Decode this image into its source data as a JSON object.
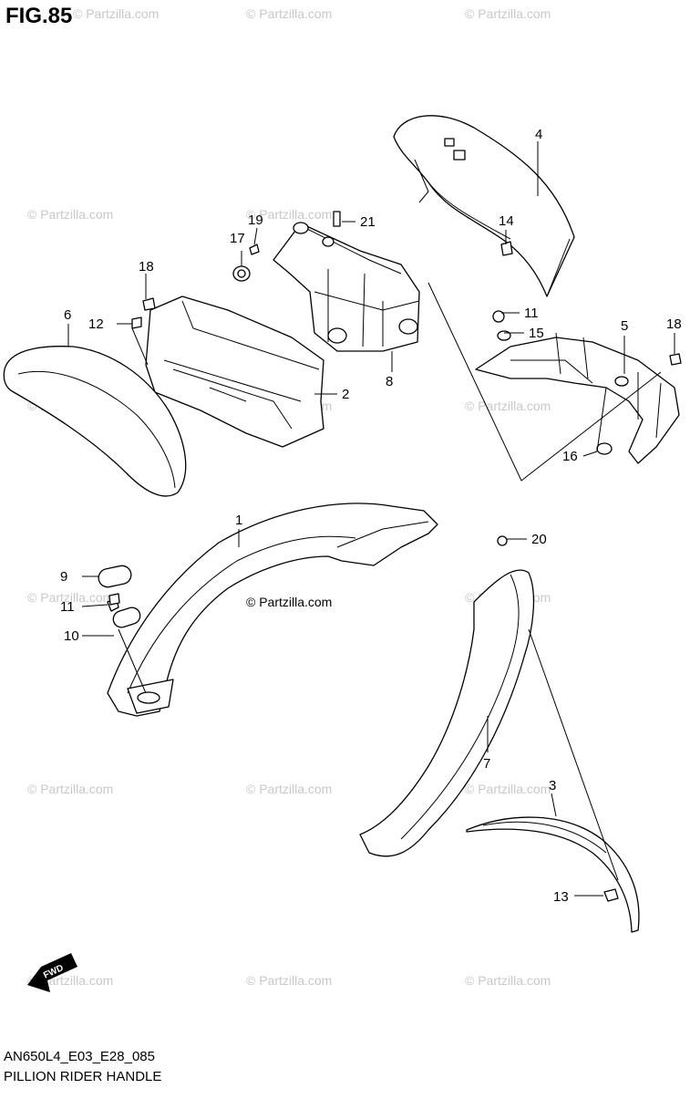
{
  "figure": {
    "title": "FIG.85",
    "code": "AN650L4_E03_E28_085",
    "name": "PILLION RIDER HANDLE"
  },
  "center_watermark": "© Partzilla.com",
  "watermark_text": "© Partzilla.com",
  "fwd_label": "FWD",
  "callouts": [
    "1",
    "2",
    "3",
    "4",
    "5",
    "6",
    "7",
    "8",
    "9",
    "10",
    "11",
    "11",
    "12",
    "13",
    "14",
    "15",
    "16",
    "17",
    "18",
    "18",
    "19",
    "20",
    "21"
  ]
}
